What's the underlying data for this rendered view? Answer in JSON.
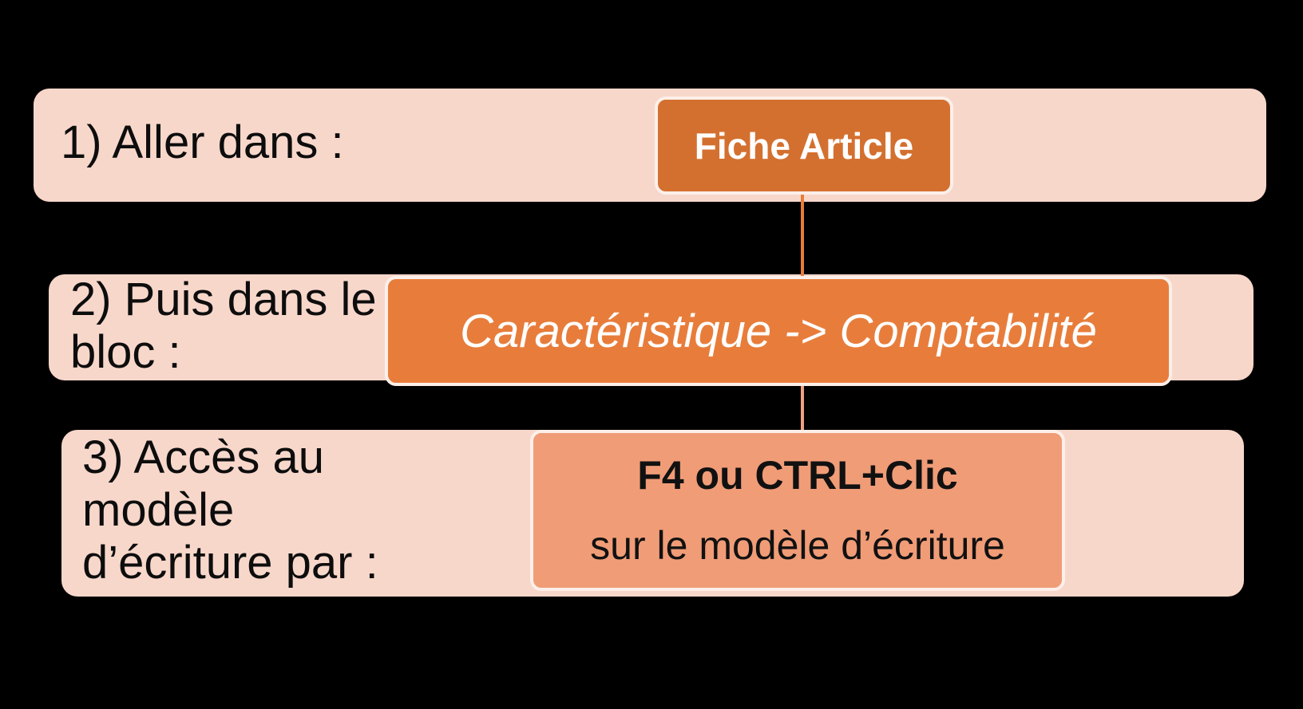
{
  "diagram": {
    "type": "process-steps",
    "colors": {
      "background": "#000000",
      "band_fill": "#f8d7cb",
      "node1_fill": "#d4702f",
      "node2_fill": "#e87d3b",
      "node3_fill": "#f09c77",
      "connector1": "#e87d3b",
      "connector2": "#f0a183",
      "node_border": "#fcefe9",
      "label_text": "#0d0d0d",
      "node_text_light": "#ffffff",
      "node_text_dark": "#111111"
    },
    "steps": [
      {
        "label_lines": [
          "1) Aller dans :"
        ],
        "node": {
          "text": "Fiche Article"
        }
      },
      {
        "label_lines": [
          "2) Puis dans le",
          "bloc :"
        ],
        "node": {
          "text": "Caractéristique -> Comptabilité"
        }
      },
      {
        "label_lines": [
          "3) Accès au",
          "modèle",
          "d’écriture par :"
        ],
        "node": {
          "line1": "F4 ou CTRL+Clic",
          "line2": "sur le modèle d’écriture"
        }
      }
    ]
  }
}
